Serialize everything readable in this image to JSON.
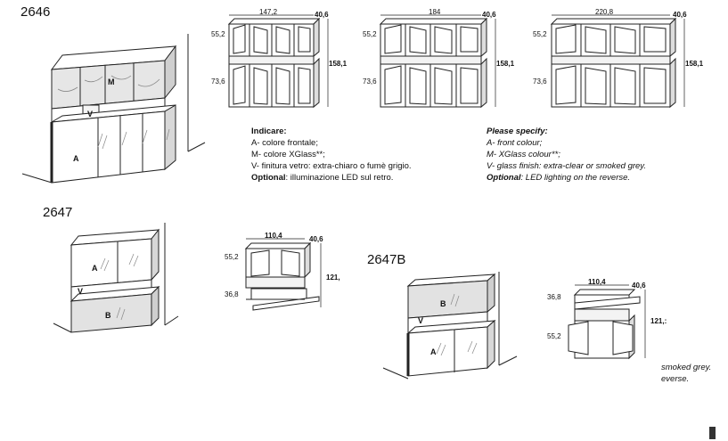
{
  "models": {
    "m2646": {
      "code": "2646",
      "dims_small": {
        "width": "147,2",
        "depth": "40,6",
        "top_h": "55,2",
        "bottom_h": "73,6",
        "total_h": "158,1"
      },
      "dims_mid": {
        "width": "184",
        "depth": "40,6",
        "top_h": "55,2",
        "bottom_h": "73,6",
        "total_h": "158,1"
      },
      "dims_large": {
        "width": "220,8",
        "depth": "40,6",
        "top_h": "55,2",
        "bottom_h": "73,6",
        "total_h": "158,1"
      },
      "labels": {
        "m": "M",
        "v": "V",
        "a": "A"
      }
    },
    "m2647": {
      "code": "2647",
      "dims": {
        "width": "110,4",
        "depth": "40,6",
        "top_h": "55,2",
        "bottom_h": "36,8",
        "total_h": "121,"
      },
      "labels": {
        "a": "A",
        "v": "V",
        "b": "B"
      }
    },
    "m2647b": {
      "code": "2647B",
      "dims": {
        "width": "110,4",
        "depth": "40,6",
        "top_h": "36,8",
        "bottom_h": "55,2",
        "total_h": "121,:"
      },
      "labels": {
        "b": "B",
        "v": "V",
        "a": "A"
      }
    }
  },
  "notes_it": {
    "title": "Indicare:",
    "line1": "A- colore frontale;",
    "line2": "M- colore XGlass**;",
    "line3": "V- finitura vetro: extra-chiaro o fumè grigio.",
    "opt_label": "Optional",
    "opt_text": ": illuminazione LED sul retro."
  },
  "notes_en": {
    "title": "Please specify:",
    "line1": "A- front colour;",
    "line2": "M- XGlass colour**;",
    "line3": "V- glass finish: extra-clear or smoked grey.",
    "opt_label": "Optional",
    "opt_text": ": LED lighting on the reverse."
  },
  "clipped": {
    "line1": "ѕmoked grey.",
    "line2": "everse."
  }
}
